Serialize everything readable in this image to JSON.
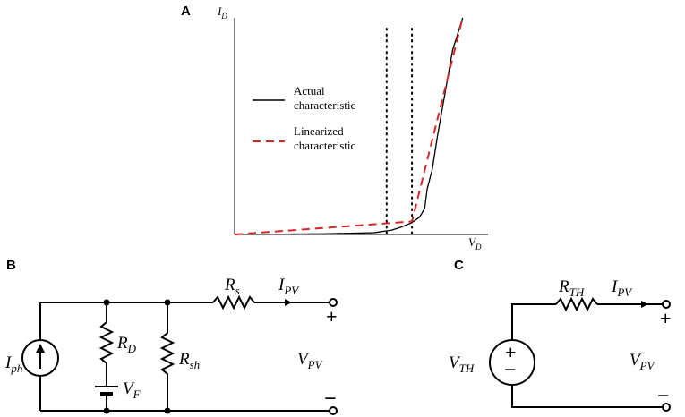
{
  "panels": {
    "a": "A",
    "b": "B",
    "c": "C"
  },
  "chart_data": {
    "type": "line",
    "axes": {
      "y_label": "I",
      "y_label_sub": "D",
      "x_label": "V",
      "x_label_sub": "D"
    },
    "legend": {
      "placement": "upper-left",
      "entries": [
        {
          "line1": "Actual",
          "line2": "characteristic",
          "color": "#000000",
          "style": "solid"
        },
        {
          "line1": "Linearized",
          "line2": "characteristic",
          "color": "#d62728",
          "style": "dashed"
        }
      ]
    },
    "series": [
      {
        "style": "solid",
        "color": "#000000",
        "x": [
          0.0,
          0.35,
          0.55,
          0.62,
          0.66,
          0.7,
          0.73,
          0.75,
          0.76,
          0.78,
          0.8,
          0.83,
          0.86,
          0.9
        ],
        "y": [
          0.0,
          0.003,
          0.008,
          0.02,
          0.035,
          0.055,
          0.08,
          0.12,
          0.21,
          0.3,
          0.45,
          0.65,
          0.85,
          1.0
        ]
      },
      {
        "style": "dashed",
        "color": "#d62728",
        "x": [
          0.0,
          0.7,
          0.9
        ],
        "y": [
          0.0,
          0.06,
          1.0
        ]
      }
    ],
    "vlines": [
      0.6,
      0.7
    ],
    "xlim": [
      0,
      1
    ],
    "ylim": [
      0,
      1
    ],
    "grid": false
  },
  "circuit_b": {
    "source": {
      "base": "I",
      "sub": "ph"
    },
    "rd": {
      "base": "R",
      "sub": "D"
    },
    "vf": {
      "base": "V",
      "sub": "F"
    },
    "rsh": {
      "base": "R",
      "sub": "sh"
    },
    "rs": {
      "base": "R",
      "sub": "s"
    },
    "current": {
      "base": "I",
      "sub": "PV"
    },
    "voltage": {
      "base": "V",
      "sub": "PV"
    },
    "plus": "+",
    "minus": "−"
  },
  "circuit_c": {
    "source": {
      "base": "V",
      "sub": "TH"
    },
    "rth": {
      "base": "R",
      "sub": "TH"
    },
    "current": {
      "base": "I",
      "sub": "PV"
    },
    "voltage": {
      "base": "V",
      "sub": "PV"
    },
    "plus": "+",
    "minus": "−",
    "src_plus": "+",
    "src_minus": "−"
  }
}
